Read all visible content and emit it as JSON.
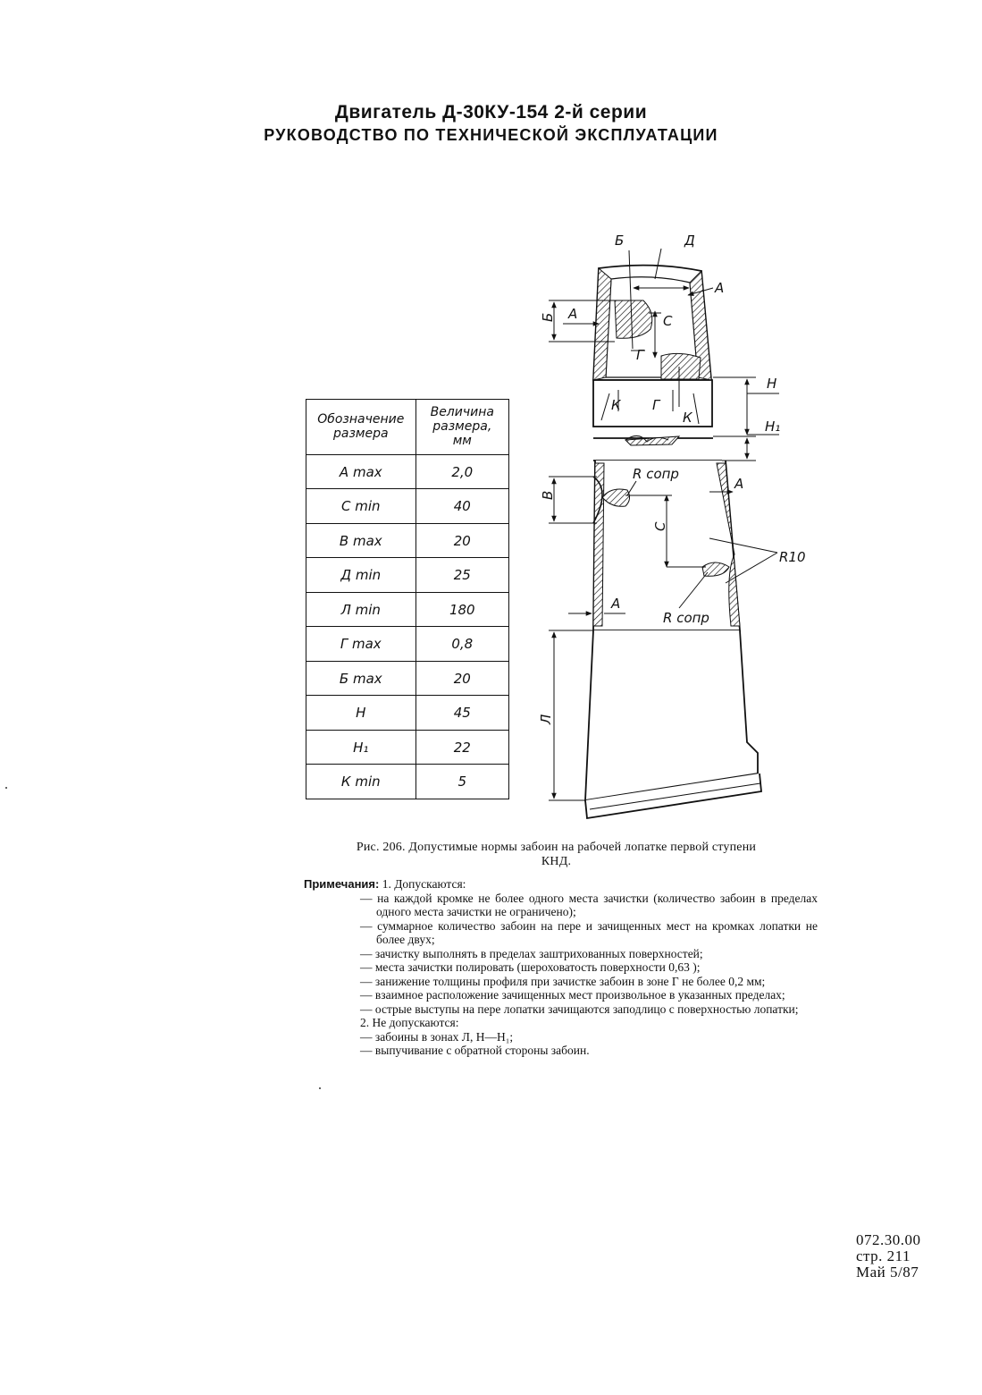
{
  "header": {
    "title": "Двигатель Д-30КУ-154 2-й серии",
    "subtitle": "РУКОВОДСТВО ПО ТЕХНИЧЕСКОЙ ЭКСПЛУАТАЦИИ"
  },
  "table": {
    "col1_header_line1": "Обозначение",
    "col1_header_line2": "размера",
    "col2_header_line1": "Величина",
    "col2_header_line2": "размера,",
    "col2_header_line3": "мм",
    "rows": [
      {
        "label": "А max",
        "value": "2,0"
      },
      {
        "label": "С min",
        "value": "40"
      },
      {
        "label": "В max",
        "value": "20"
      },
      {
        "label": "Д min",
        "value": "25"
      },
      {
        "label": "Л min",
        "value": "180"
      },
      {
        "label": "Г max",
        "value": "0,8"
      },
      {
        "label": "Б max",
        "value": "20"
      },
      {
        "label": "Н",
        "value": "45"
      },
      {
        "label": "Н₁",
        "value": "22"
      },
      {
        "label": "К min",
        "value": "5"
      }
    ]
  },
  "drawing": {
    "labels": {
      "b": "Б",
      "d": "Д",
      "a": "А",
      "c": "С",
      "g": "Г",
      "k": "К",
      "h": "Н",
      "h1": "Н₁",
      "v": "В",
      "l": "Л",
      "r_sopr": "R сопр",
      "r10": "R10"
    }
  },
  "caption": {
    "line1": "Рис. 206. Допустимые нормы забоин на рабочей лопатке первой ступени",
    "line2": "КНД."
  },
  "notes": {
    "heading": "Примечания:",
    "item1": "1. Допускаются:",
    "allowed": [
      "— на каждой кромке не более одного места зачистки (количество забоин в пределах одного места зачистки не ограничено);",
      "— суммарное количество забоин на пере и зачищенных мест на кромках лопатки не более двух;",
      "— зачистку выполнять в пределах заштрихованных поверхностей;",
      "— места зачистки полировать (шероховатость поверхности 0,63 );",
      "— занижение толщины профиля при зачистке забоин в зоне Г не более 0,2 мм;",
      "— взаимное расположение зачищенных мест произвольное в указанных пределах;",
      "— острые выступы на пере лопатки зачищаются заподлицо с поверхностью лопатки;"
    ],
    "item2": "2. Не допускаются:",
    "forbidden": [
      "— забоины в зонах Л, Н—Н₁;",
      "— выпучивание с обратной стороны забоин."
    ]
  },
  "footer": {
    "code": "072.30.00",
    "page": "стр. 211",
    "date": "Май 5/87"
  }
}
